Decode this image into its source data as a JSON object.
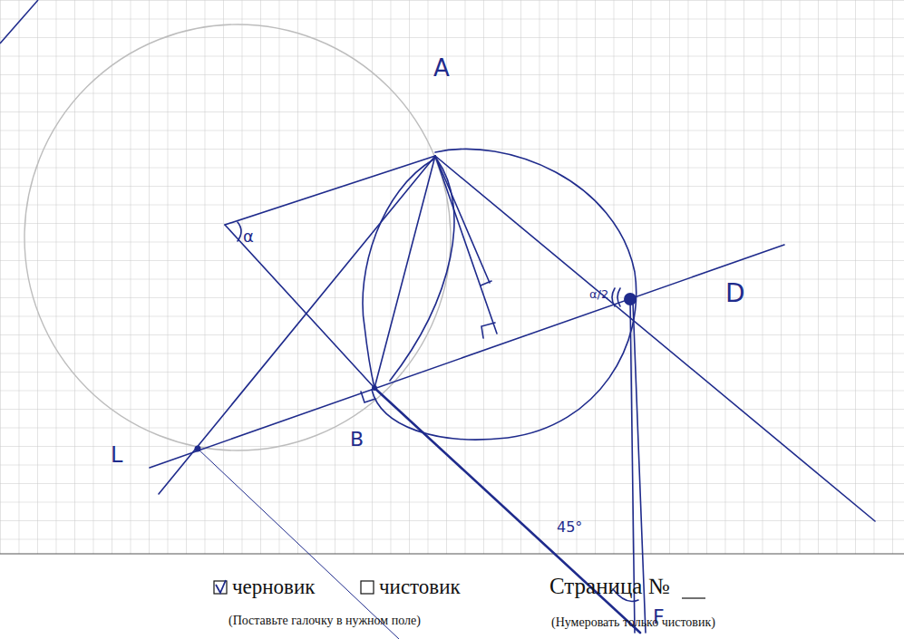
{
  "diagram": {
    "labels": [
      "A",
      "α",
      "α/2",
      "D",
      "B",
      "L",
      "45°",
      "F",
      "черновик",
      "чистовик",
      "(Поставьте галочку в нужном поле)",
      "Страница №",
      "(Нумеровать только чистовик)"
    ]
  }
}
